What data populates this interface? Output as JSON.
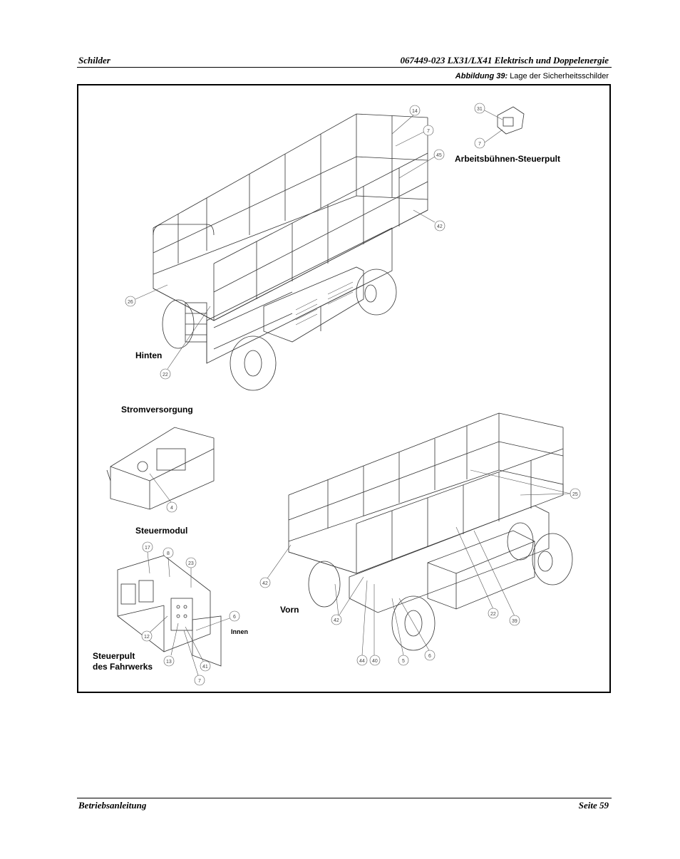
{
  "header": {
    "section": "Schilder",
    "document": "067449-023 LX31/LX41 Elektrisch und Doppelenergie"
  },
  "figure": {
    "number": "Abbildung 39:",
    "title": "Lage der Sicherheitsschilder",
    "labels": {
      "platform_console": "Arbeitsbühnen-Steuerpult",
      "rear": "Hinten",
      "power_supply": "Stromversorgung",
      "control_module": "Steuermodul",
      "inside": "Innen",
      "ground_console_1": "Steuerpult",
      "ground_console_2": "des Fahrwerks",
      "front": "Vorn"
    },
    "callouts": {
      "top_platform": [
        "14",
        "7",
        "45",
        "42",
        "26",
        "22"
      ],
      "platform_console": [
        "31",
        "7"
      ],
      "power_supply": [
        "4"
      ],
      "control_module": [
        "17",
        "8",
        "23",
        "6",
        "12",
        "13",
        "41",
        "7"
      ],
      "front_view": [
        "25",
        "42",
        "42",
        "22",
        "39",
        "44",
        "40",
        "5",
        "6"
      ]
    }
  },
  "footer": {
    "left": "Betriebsanleitung",
    "right": "Seite 59"
  }
}
